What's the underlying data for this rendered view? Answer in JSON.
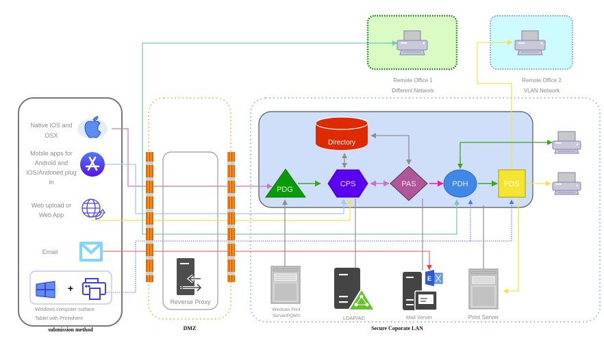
{
  "zones": {
    "submission": {
      "caption": "submission method"
    },
    "dmz": {
      "caption": "DMZ"
    },
    "lan": {
      "caption": "Secure Coporate LAN"
    }
  },
  "submission_methods": [
    {
      "label_lines": [
        "Native IOS and",
        "OSX"
      ],
      "icon": "apple-icon"
    },
    {
      "label_lines": [
        "Mobile apps for",
        "Android and",
        "IOS/Andoried plug",
        "in"
      ],
      "icon": "app-store-icon"
    },
    {
      "label_lines": [
        "Web upload or",
        "Web App"
      ],
      "icon": "globe-icon"
    },
    {
      "label_lines": [
        "Email"
      ],
      "icon": "mail-icon"
    }
  ],
  "tablet": {
    "plus": "+",
    "caption_lines": [
      "Windows computer surface",
      "Tablet with Printwhere"
    ],
    "icons": [
      "windows-icon",
      "printer-icon"
    ]
  },
  "dmz": {
    "reverse_proxy": "Reverse Proxy"
  },
  "core_nodes": {
    "directory": "Directory",
    "pdg": "PDG",
    "cps": "CPS",
    "pas": "PAS",
    "pdh": "PDH",
    "pds": "PDS"
  },
  "remote_offices": [
    {
      "label_lines": [
        "Remote Office 1",
        "Different Network"
      ]
    },
    {
      "label_lines": [
        "Remote Office 2",
        "VLAN Network"
      ]
    }
  ],
  "servers": {
    "windows_print": [
      "Windows Print",
      "Server/PQMS"
    ],
    "ldap": "LDAP/AD",
    "mail": "Mail Server",
    "exchange_badge": "E",
    "print_server": "Print Server"
  },
  "colors": {
    "pdg": "#0a9a0a",
    "cps": "#5a00f0",
    "pas": "#b0579a",
    "pdh": "#3f88e6",
    "pds": "#f5e533",
    "directory": "#dd2a00",
    "core_bg": "#cfdffa",
    "office1_bg": "#dafbc4",
    "office2_bg": "#cdfbfe",
    "firewall": "#ee7a10",
    "line_pink": "#c678b8",
    "line_blue": "#a8c4f5",
    "line_yellow": "#f2e44b",
    "line_teal": "#7fc7b4",
    "line_red": "#ef7070",
    "line_dotted_blue": "#4f6ef5",
    "line_green": "#3aa81a",
    "line_magenta": "#ff1493",
    "line_gray": "#8e8e8e"
  }
}
